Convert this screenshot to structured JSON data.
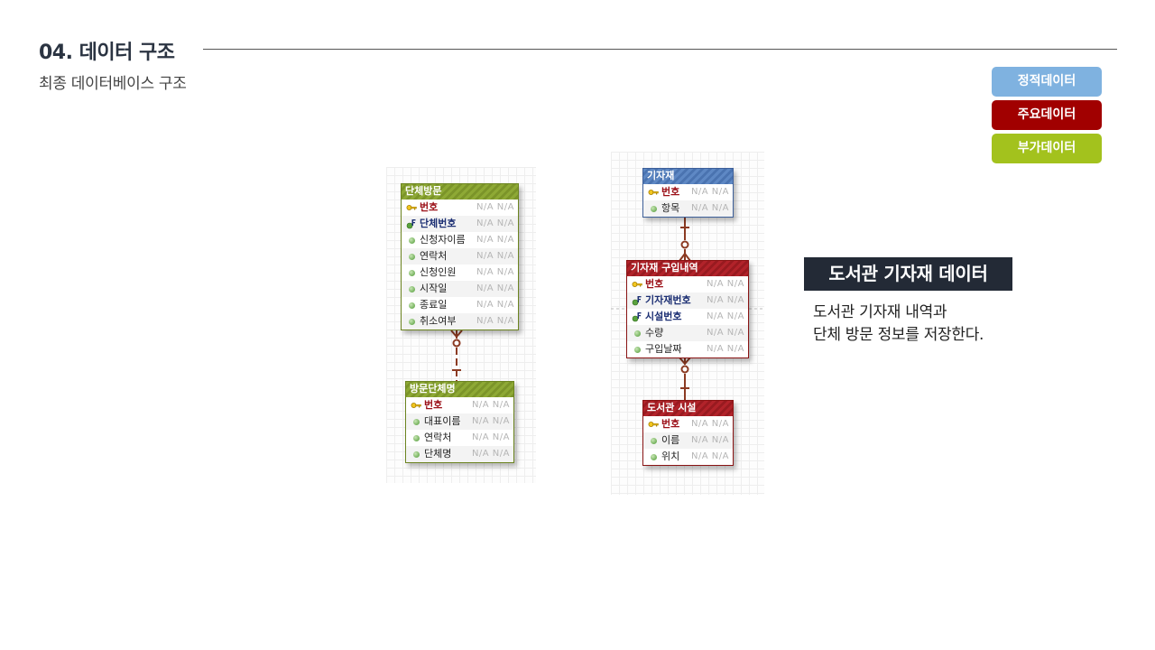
{
  "header": {
    "title": "04. 데이터 구조",
    "subtitle": "최종 데이터베이스 구조"
  },
  "legend": [
    {
      "label": "정적데이터",
      "color": "#7fb2e0"
    },
    {
      "label": "주요데이터",
      "color": "#a10000"
    },
    {
      "label": "부가데이터",
      "color": "#a3c21d"
    }
  ],
  "entities": {
    "group_visit": {
      "title": "단체방문",
      "rows": [
        {
          "name": "번호",
          "key": "pk",
          "na": "N/A N/A"
        },
        {
          "name": "단체번호",
          "key": "fk",
          "na": "N/A N/A"
        },
        {
          "name": "신청자이름",
          "key": "",
          "na": "N/A N/A"
        },
        {
          "name": "연락처",
          "key": "",
          "na": "N/A N/A"
        },
        {
          "name": "신청인원",
          "key": "",
          "na": "N/A N/A"
        },
        {
          "name": "시작일",
          "key": "",
          "na": "N/A N/A"
        },
        {
          "name": "종료일",
          "key": "",
          "na": "N/A N/A"
        },
        {
          "name": "취소여부",
          "key": "",
          "na": "N/A N/A"
        }
      ]
    },
    "visit_group_name": {
      "title": "방문단체명",
      "rows": [
        {
          "name": "번호",
          "key": "pk",
          "na": "N/A N/A"
        },
        {
          "name": "대표이름",
          "key": "",
          "na": "N/A N/A"
        },
        {
          "name": "연락처",
          "key": "",
          "na": "N/A N/A"
        },
        {
          "name": "단체명",
          "key": "",
          "na": "N/A N/A"
        }
      ]
    },
    "equipment": {
      "title": "기자재",
      "rows": [
        {
          "name": "번호",
          "key": "pk",
          "na": "N/A N/A"
        },
        {
          "name": "항목",
          "key": "",
          "na": "N/A N/A"
        }
      ]
    },
    "equipment_purchase": {
      "title": "기자재 구입내역",
      "rows": [
        {
          "name": "번호",
          "key": "pk",
          "na": "N/A N/A"
        },
        {
          "name": "기자재번호",
          "key": "fk",
          "na": "N/A N/A"
        },
        {
          "name": "시설번호",
          "key": "fk",
          "na": "N/A N/A"
        },
        {
          "name": "수량",
          "key": "",
          "na": "N/A N/A"
        },
        {
          "name": "구입날짜",
          "key": "",
          "na": "N/A N/A"
        }
      ]
    },
    "library_facility": {
      "title": "도서관 시설",
      "rows": [
        {
          "name": "번호",
          "key": "pk",
          "na": "N/A N/A"
        },
        {
          "name": "이름",
          "key": "",
          "na": "N/A N/A"
        },
        {
          "name": "위치",
          "key": "",
          "na": "N/A N/A"
        }
      ]
    }
  },
  "description": {
    "title": "도서관 기자재 데이터",
    "lines": [
      "도서관 기자재 내역과",
      "단체 방문 정보를 저장한다."
    ]
  }
}
